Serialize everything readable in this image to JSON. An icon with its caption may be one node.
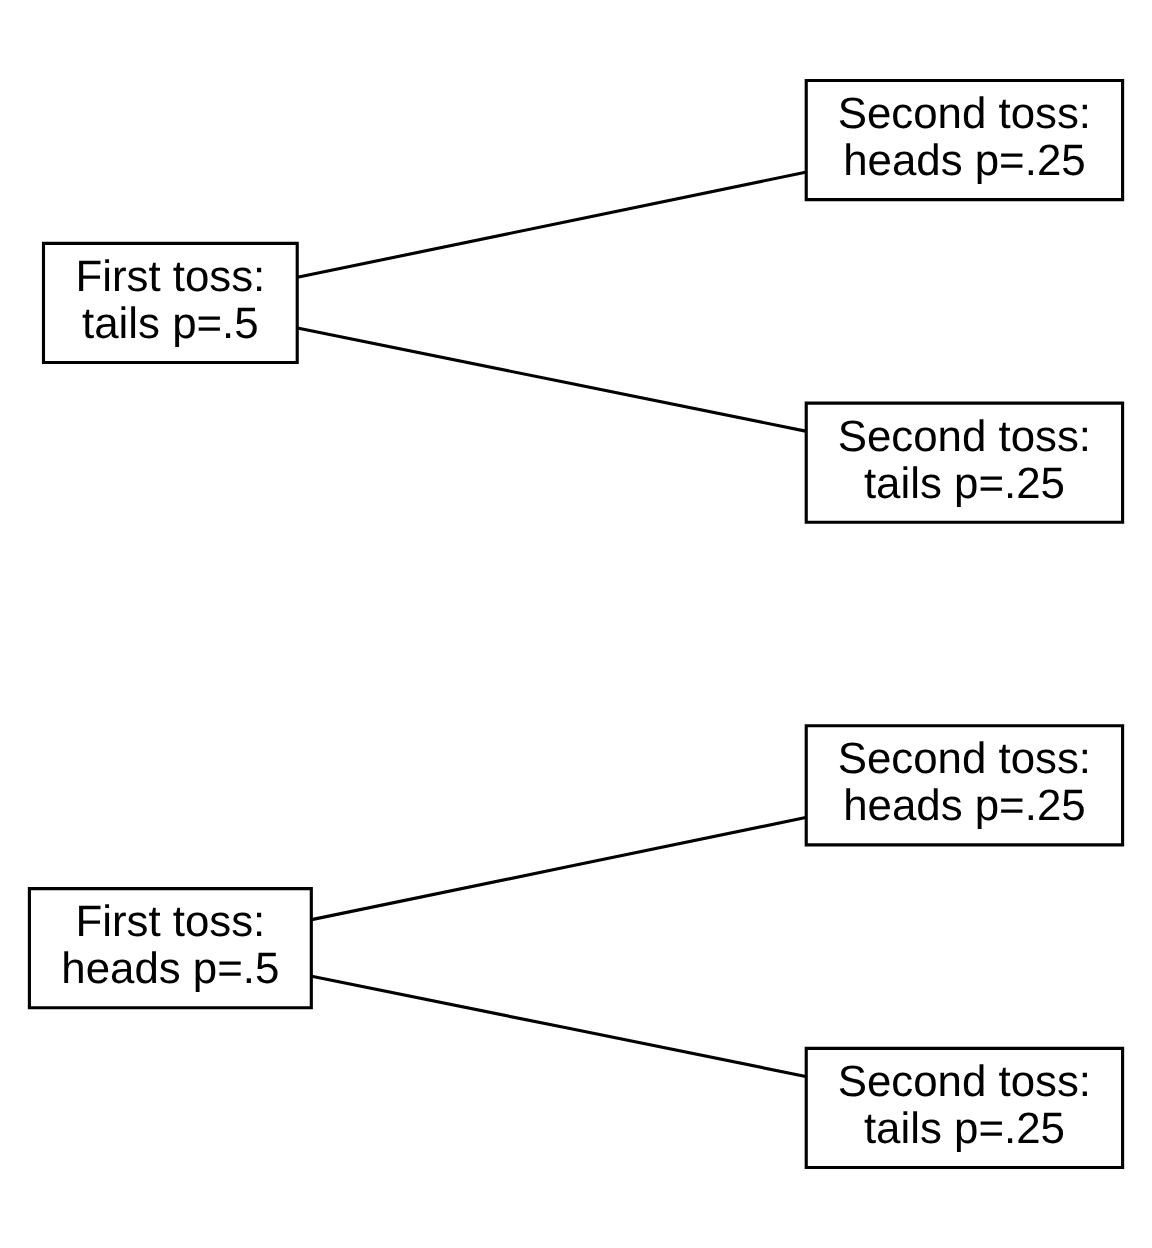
{
  "diagram": {
    "nodes": [
      {
        "text": [
          "First toss: heads p=.5"
        ]
      },
      {
        "text": [
          "Second toss: heads p=.25"
        ]
      },
      {
        "text": [
          "Second toss: tails p=.25"
        ]
      },
      {
        "text": [
          "First toss: tails p=.5"
        ]
      },
      {
        "text": [
          "Second toss: heads p=.25"
        ]
      },
      {
        "text": [
          "Second toss: tails p=.25"
        ]
      }
    ],
    "edges": [
      {
        "from": 0,
        "to": 1,
        "arrow": "none"
      },
      {
        "from": 0,
        "to": 2,
        "arrow": "none"
      },
      {
        "from": 3,
        "to": 4,
        "arrow": "none"
      },
      {
        "from": 3,
        "to": 5,
        "arrow": "none"
      }
    ]
  }
}
